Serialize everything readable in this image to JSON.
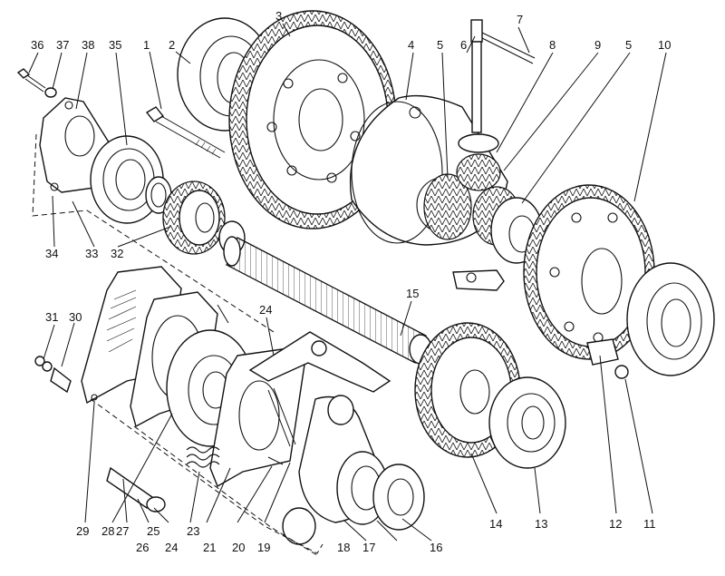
{
  "labels": {
    "l1": "1",
    "l2": "2",
    "l3": "3",
    "l4": "4",
    "l5a": "5",
    "l5b": "5",
    "l6": "6",
    "l7": "7",
    "l8": "8",
    "l9": "9",
    "l10": "10",
    "l11": "11",
    "l12": "12",
    "l13": "13",
    "l14": "14",
    "l15": "15",
    "l16": "16",
    "l17": "17",
    "l18": "18",
    "l19": "19",
    "l20": "20",
    "l21": "21",
    "l23": "23",
    "l24a": "24",
    "l24b": "24",
    "l25": "25",
    "l26": "26",
    "l27": "27",
    "l28": "28",
    "l29": "29",
    "l30": "30",
    "l31": "31",
    "l32": "32",
    "l33": "33",
    "l34": "34",
    "l35": "35",
    "l36": "36",
    "l37": "37",
    "l38": "38"
  }
}
